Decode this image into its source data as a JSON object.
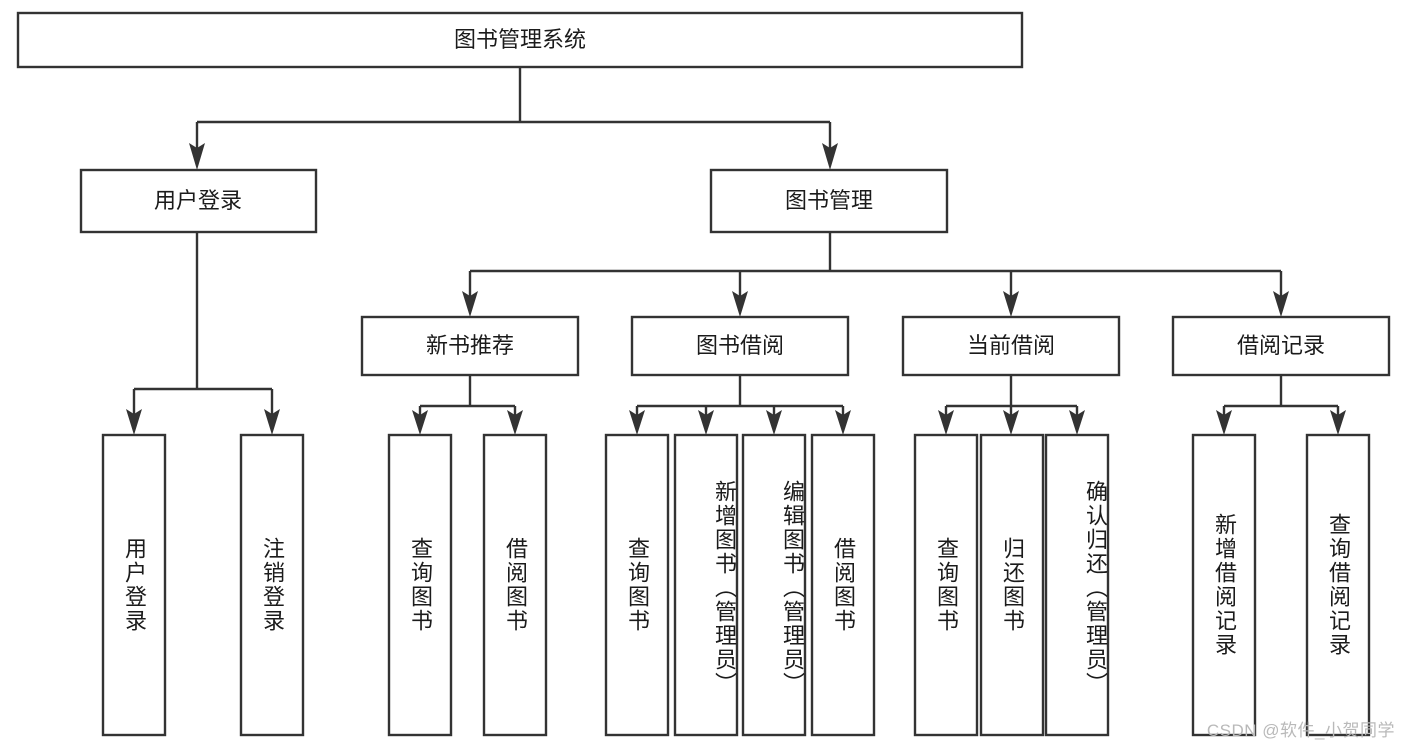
{
  "diagram": {
    "type": "tree-hierarchy",
    "title": "图书管理系统",
    "watermark": "CSDN @软件_小贺同学",
    "colors": {
      "background": "#ffffff",
      "stroke": "#333333",
      "text": "#1b1b1b",
      "watermark": "#b9b9b9"
    },
    "levels": {
      "root": {
        "label": "图书管理系统",
        "orientation": "horizontal"
      },
      "level2": [
        {
          "id": "user-login",
          "label": "用户登录",
          "orientation": "horizontal"
        },
        {
          "id": "book-management",
          "label": "图书管理",
          "orientation": "horizontal"
        }
      ],
      "level3": [
        {
          "id": "new-book-recommend",
          "label": "新书推荐",
          "orientation": "horizontal"
        },
        {
          "id": "book-borrow",
          "label": "图书借阅",
          "orientation": "horizontal"
        },
        {
          "id": "current-borrow",
          "label": "当前借阅",
          "orientation": "horizontal"
        },
        {
          "id": "borrow-record",
          "label": "借阅记录",
          "orientation": "horizontal"
        }
      ],
      "leaves": [
        {
          "id": "leaf-user-login",
          "label": "用户登录",
          "parent": "user-login",
          "orientation": "vertical"
        },
        {
          "id": "leaf-logout-login",
          "label": "注销登录",
          "parent": "user-login",
          "orientation": "vertical"
        },
        {
          "id": "leaf-query-book-1",
          "label": "查询图书",
          "parent": "new-book-recommend",
          "orientation": "vertical"
        },
        {
          "id": "leaf-borrow-book-1",
          "label": "借阅图书",
          "parent": "new-book-recommend",
          "orientation": "vertical"
        },
        {
          "id": "leaf-query-book-2",
          "label": "查询图书",
          "parent": "book-borrow",
          "orientation": "vertical"
        },
        {
          "id": "leaf-add-book",
          "label": "新增图书（管理员）",
          "parent": "book-borrow",
          "orientation": "vertical"
        },
        {
          "id": "leaf-edit-book",
          "label": "编辑图书（管理员）",
          "parent": "book-borrow",
          "orientation": "vertical"
        },
        {
          "id": "leaf-borrow-book-2",
          "label": "借阅图书",
          "parent": "book-borrow",
          "orientation": "vertical"
        },
        {
          "id": "leaf-query-book-3",
          "label": "查询图书",
          "parent": "current-borrow",
          "orientation": "vertical"
        },
        {
          "id": "leaf-return-book",
          "label": "归还图书",
          "parent": "current-borrow",
          "orientation": "vertical"
        },
        {
          "id": "leaf-confirm-return",
          "label": "确认归还（管理员）",
          "parent": "current-borrow",
          "orientation": "vertical"
        },
        {
          "id": "leaf-add-borrow-record",
          "label": "新增借阅记录",
          "parent": "borrow-record",
          "orientation": "vertical"
        },
        {
          "id": "leaf-query-borrow-record",
          "label": "查询借阅记录",
          "parent": "borrow-record",
          "orientation": "vertical"
        }
      ]
    }
  }
}
